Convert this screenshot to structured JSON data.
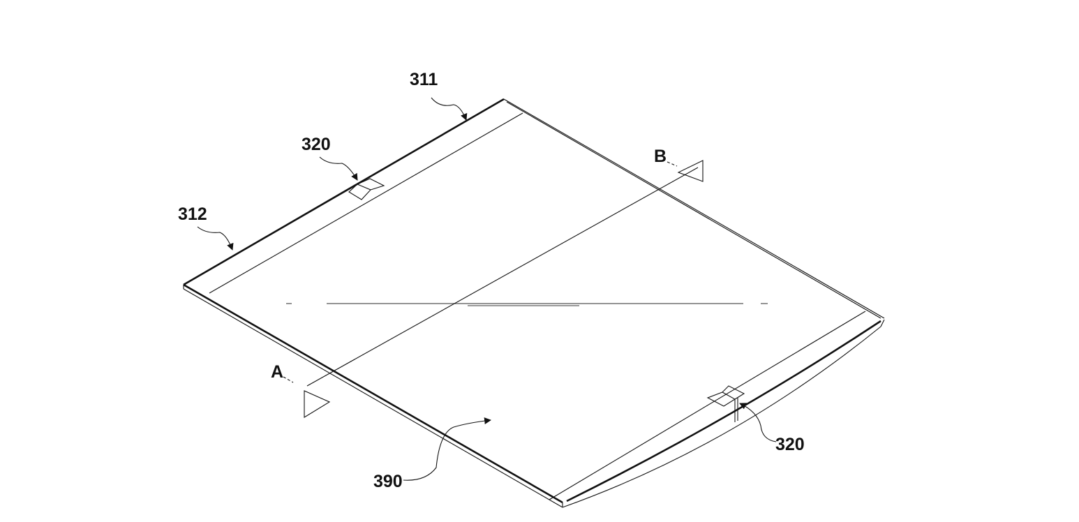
{
  "figure": {
    "labels": {
      "ref_311": "311",
      "ref_312": "312",
      "ref_320_top": "320",
      "ref_320_bottom": "320",
      "ref_390": "390",
      "section_a": "A",
      "section_b": "B"
    }
  }
}
